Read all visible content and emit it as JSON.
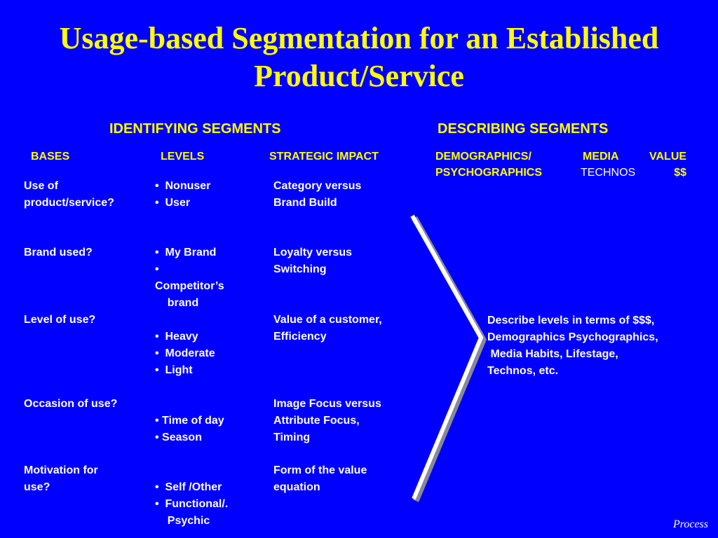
{
  "title": "Usage-based Segmentation for an Established Product/Service",
  "sections": {
    "identifying": "IDENTIFYING SEGMENTS",
    "describing": "DESCRIBING SEGMENTS"
  },
  "headers": {
    "bases": "BASES",
    "levels": "LEVELS",
    "impact": "STRATEGIC IMPACT",
    "demo": "DEMOGRAPHICS/\nPSYCHOGRAPHICS",
    "media": "MEDIA",
    "technos": "TECHNOS",
    "value": "VALUE\n$$"
  },
  "rows": [
    {
      "base": "Use of\nproduct/service?",
      "levels": "•  Nonuser\n•  User",
      "impact": "Category versus\nBrand Build"
    },
    {
      "base": "Brand used?",
      "levels": "•  My Brand\n•\nCompetitor’s\n    brand",
      "impact": "Loyalty versus\nSwitching"
    },
    {
      "base": "Level of use?",
      "levels": "\n•  Heavy\n•  Moderate\n•  Light",
      "impact": "Value of a customer,\nEfficiency"
    },
    {
      "base": "Occasion of use?",
      "levels": "\n• Time of day\n• Season",
      "impact": "Image Focus versus\nAttribute Focus,\nTiming"
    },
    {
      "base": "Motivation for\nuse?",
      "levels": "\n•  Self /Other\n•  Functional/.\n    Psychic",
      "impact": "Form of the value\nequation"
    }
  ],
  "description": "Describe levels in terms of $$$,\nDemographics Psychographics,\n Media Habits, Lifestage,\nTechnos, etc.",
  "footer": "Process",
  "colors": {
    "background": "#0000ff",
    "accent": "#ffff00",
    "text": "#ffffff"
  }
}
